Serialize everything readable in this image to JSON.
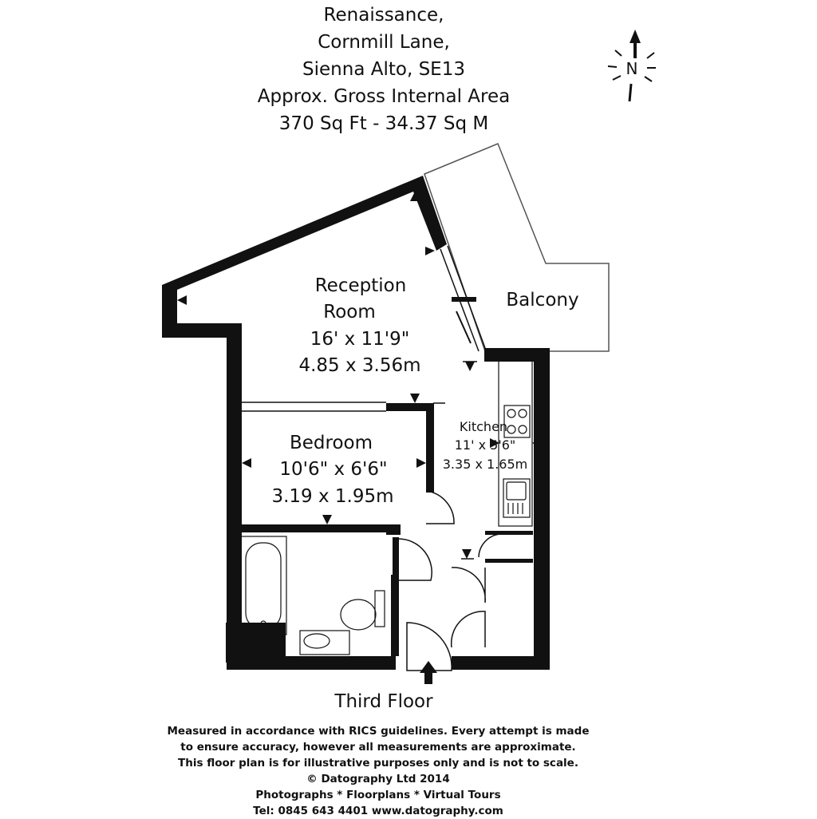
{
  "header": {
    "lines": [
      "Renaissance,",
      "Cornmill Lane,",
      "Sienna Alto, SE13",
      "Approx. Gross Internal Area",
      "370 Sq Ft  -  34.37 Sq M"
    ]
  },
  "compass": {
    "label": "N"
  },
  "rooms": {
    "reception": {
      "name_line1": "Reception",
      "name_line2": "Room",
      "imperial": "16' x 11'9\"",
      "metric": "4.85 x 3.56m"
    },
    "balcony": {
      "name": "Balcony"
    },
    "kitchen": {
      "name": "Kitchen",
      "imperial": "11' x 5'6\"",
      "metric": "3.35 x 1.65m"
    },
    "bedroom": {
      "name": "Bedroom",
      "imperial": "10'6\" x 6'6\"",
      "metric": "3.19 x 1.95m"
    }
  },
  "floor": {
    "label": "Third Floor"
  },
  "footer": {
    "lines": [
      "Measured in accordance with RICS guidelines. Every attempt is made",
      "to ensure accuracy, however all measurements are approximate.",
      "This floor plan is for illustrative purposes only and is not to scale.",
      "© Datography Ltd 2014",
      "Photographs * Floorplans * Virtual Tours",
      "Tel: 0845 643 4401 www.datography.com"
    ]
  }
}
